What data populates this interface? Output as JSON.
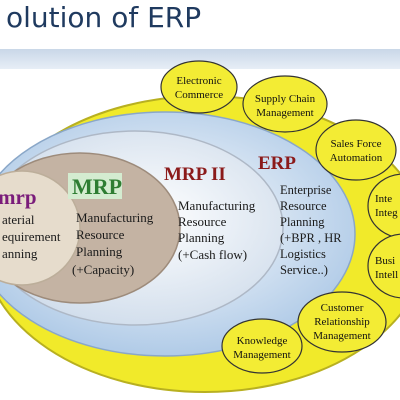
{
  "title": "olution of ERP",
  "diagram": {
    "levels": {
      "mrp": {
        "heading": "mrp",
        "lines": [
          "aterial",
          "equirement",
          "anning"
        ]
      },
      "mrp_cap": {
        "heading": "MRP",
        "lines": [
          "Manufacturing",
          "Resource",
          "Planning",
          "(+Capacity)"
        ]
      },
      "mrp2": {
        "heading": "MRP II",
        "lines": [
          "Manufacturing",
          "Resource",
          "Planning",
          "(+Cash flow)"
        ]
      },
      "erp": {
        "heading": "ERP",
        "lines": [
          "Enterprise",
          "Resource",
          "Planning",
          "(+BPR , HR",
          "Logistics",
          "Service..)"
        ]
      }
    },
    "extensions": [
      {
        "id": "electronic-commerce",
        "lines": [
          "Electronic",
          "Commerce"
        ]
      },
      {
        "id": "supply-chain",
        "lines": [
          "Supply Chain",
          "Management"
        ]
      },
      {
        "id": "sales-force",
        "lines": [
          "Sales Force",
          "Automation"
        ]
      },
      {
        "id": "integration",
        "lines": [
          "Inte",
          "Integ"
        ]
      },
      {
        "id": "business-intelligence",
        "lines": [
          "Busi",
          "Intell"
        ]
      },
      {
        "id": "crm",
        "lines": [
          "Customer",
          "Relationship",
          "Management"
        ]
      },
      {
        "id": "knowledge",
        "lines": [
          "Knowledge",
          "Management"
        ]
      }
    ]
  },
  "colors": {
    "outer_ring": "#f1ea2a",
    "erp_fill": "#a9c6e5",
    "mrp2_fill": "#dbe6f2",
    "mrp_cap_fill": "#c4b3a3",
    "mrp_fill": "#e6dccc",
    "bubble_fill": "#f3ec34",
    "heading_red": "#8b1a1a",
    "heading_purple": "#7a1c7a",
    "mrp_label_bg": "#d4ecd0",
    "mrp_label_text": "#2e7d32"
  }
}
